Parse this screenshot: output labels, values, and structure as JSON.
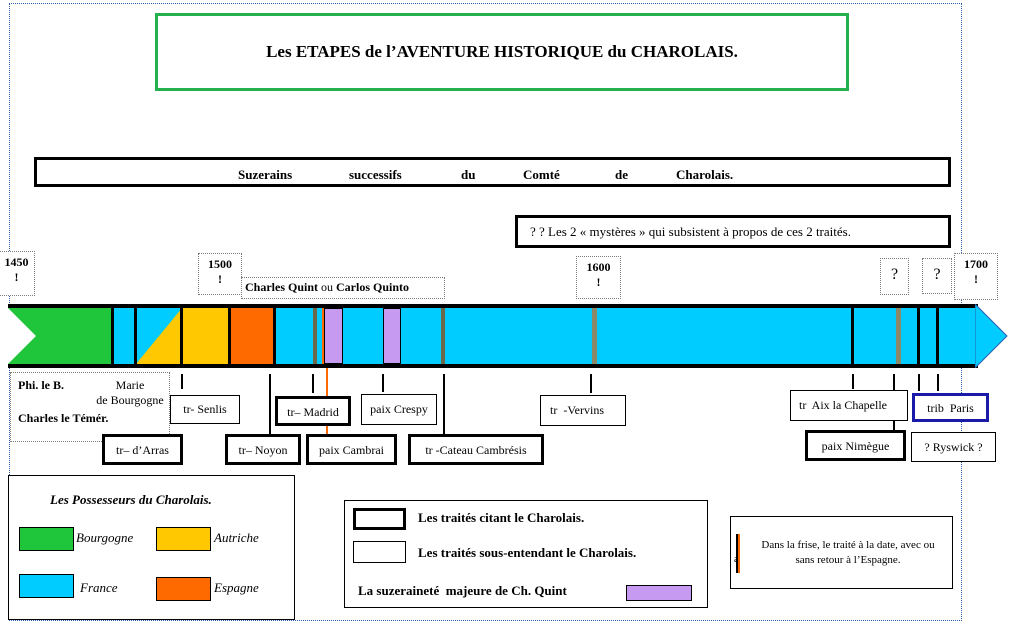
{
  "title": "Les ETAPES de l’AVENTURE  HISTORIQUE du CHAROLAIS.",
  "suzerains": [
    "Suzerains",
    "successifs",
    "du",
    "Comté",
    "de",
    "Charolais."
  ],
  "mysteres": "?  ?  Les 2 « mystères » qui subsistent à propos de ces 2 traités.",
  "dates": {
    "d1450": "1450\n!",
    "d1500": "1500\n!",
    "d1600": "1600\n!",
    "d1700": "1700\n!",
    "q1": "?",
    "q2": "?"
  },
  "charles_quint": {
    "name1": "Charles Quint",
    "or": " ou ",
    "name2": "Carlos Quinto"
  },
  "labels": {
    "phi": "Phi. le B.",
    "marie": "Marie\nde Bourgogne",
    "charles_temer": "Charles le Témér.",
    "senlis": "tr- Senlis",
    "arras": "tr– d’Arras",
    "noyon": "tr– Noyon",
    "madrid": "tr– Madrid",
    "cambrai": "paix Cambrai",
    "crespy": "paix Crespy",
    "cateau": "tr -Cateau Cambrésis",
    "vervins": "tr  -Vervins",
    "aix": "tr  Aix la Chapelle",
    "nimegue": "paix Nimègue",
    "paris": "trib  Paris",
    "ryswick": "? Ryswick ?"
  },
  "legend_possesseurs": {
    "title": "Les Possesseurs du Charolais.",
    "bourgogne": "Bourgogne",
    "autriche": "Autriche",
    "france": "France",
    "espagne": "Espagne"
  },
  "legend_traites": {
    "citant": "Les traités citant le Charolais.",
    "sous": "Les traités sous-entendant le Charolais.",
    "suzerainete": "La suzeraineté  majeure de Ch. Quint"
  },
  "legend_frise": {
    "text": "Dans la frise, le traité à la date, avec ou  sans retour à l’Espagne.",
    "a": "a"
  },
  "colors": {
    "bourgogne": "#1fc63c",
    "autriche": "#ffc800",
    "france": "#00ccff",
    "espagne": "#ff6a00",
    "charles_quint": "#c59af0",
    "title_border": "#22b14c",
    "paris_border": "#1a1aa8",
    "gray_tick": "#8a8a6a"
  }
}
